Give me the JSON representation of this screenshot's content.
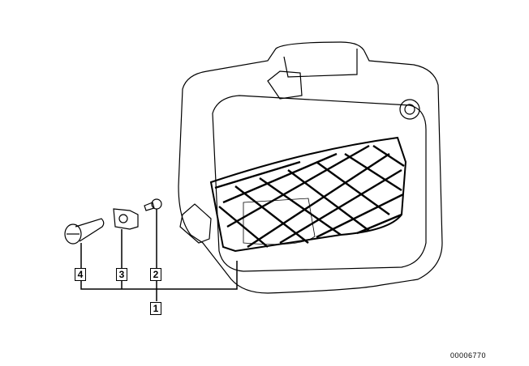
{
  "diagram": {
    "labels": [
      {
        "id": "1",
        "text": "1"
      },
      {
        "id": "2",
        "text": "2"
      },
      {
        "id": "3",
        "text": "3"
      },
      {
        "id": "4",
        "text": "4"
      }
    ],
    "reference_number": "00006770",
    "line_color": "#000000",
    "background": "#ffffff"
  }
}
